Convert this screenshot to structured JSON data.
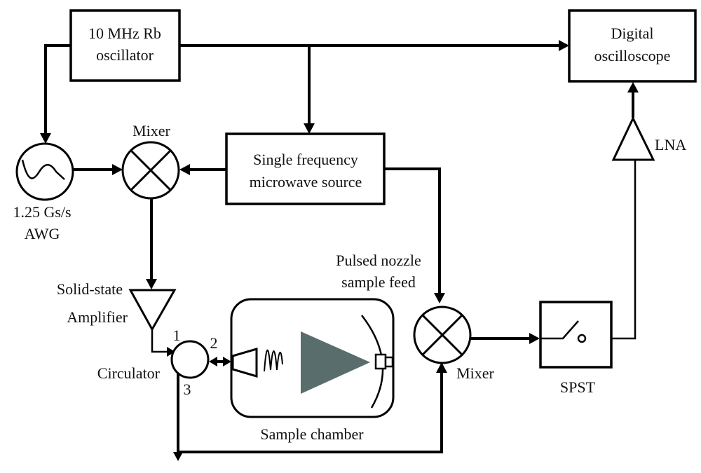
{
  "diagram": {
    "title": "",
    "nodes": {
      "rb_oscillator": {
        "line1": "10 MHz Rb",
        "line2": "oscillator"
      },
      "oscilloscope": {
        "line1": "Digital",
        "line2": "oscilloscope"
      },
      "mw_source": {
        "line1": "Single frequency",
        "line2": "microwave source"
      },
      "awg": {
        "line1": "1.25 Gs/s",
        "line2": "AWG"
      },
      "mixer1": {
        "label": "Mixer"
      },
      "mixer2": {
        "label": "Mixer"
      },
      "amplifier": {
        "line1": "Solid-state",
        "line2": "Amplifier"
      },
      "circulator": {
        "label": "Circulator",
        "port1": "1",
        "port2": "2",
        "port3": "3"
      },
      "lna": {
        "label": "LNA"
      },
      "nozzle": {
        "line1": "Pulsed nozzle",
        "line2": "sample feed"
      },
      "chamber": {
        "label": "Sample chamber"
      },
      "spst": {
        "label": "SPST"
      }
    },
    "colors": {
      "line": "#000000",
      "chamber_fill": "#5a6d6d"
    },
    "edges": [
      {
        "from": "rb_oscillator",
        "to": "awg"
      },
      {
        "from": "rb_oscillator",
        "to": "mw_source"
      },
      {
        "from": "rb_oscillator",
        "to": "oscilloscope"
      },
      {
        "from": "awg",
        "to": "mixer1"
      },
      {
        "from": "mw_source",
        "to": "mixer1"
      },
      {
        "from": "mw_source",
        "to": "mixer2"
      },
      {
        "from": "mixer1",
        "to": "amplifier"
      },
      {
        "from": "amplifier",
        "to": "circulator"
      },
      {
        "from": "circulator",
        "to": "chamber"
      },
      {
        "from": "circulator",
        "to": "mixer2"
      },
      {
        "from": "mixer2",
        "to": "spst"
      },
      {
        "from": "spst",
        "to": "lna"
      },
      {
        "from": "lna",
        "to": "oscilloscope"
      }
    ]
  }
}
